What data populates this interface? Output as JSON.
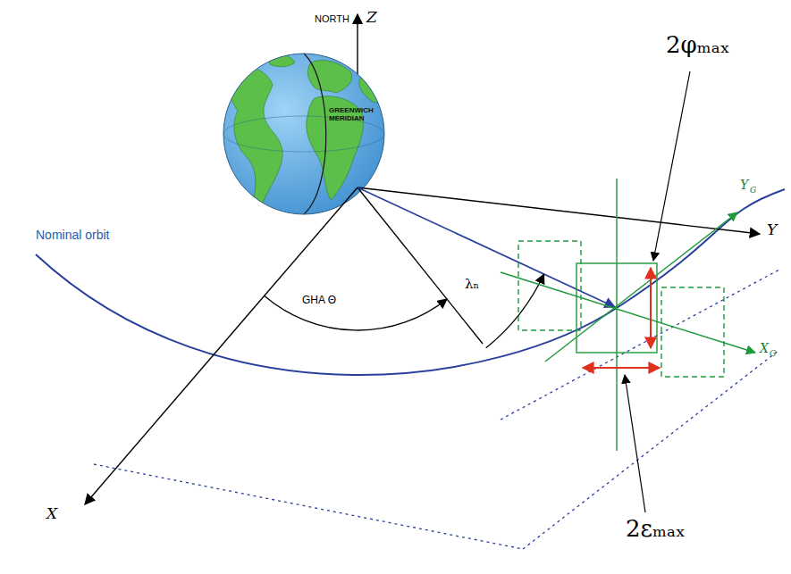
{
  "diagram": {
    "labels": [
      "NORTH",
      "Z",
      "GREENWICH MERIDIAN",
      "Nominal orbit",
      "GHA Θ",
      "λₙ",
      "X",
      "Y",
      "Y",
      "G",
      "X",
      "G",
      "2φₘₐₓ",
      "2εₘₐₓ"
    ]
  }
}
